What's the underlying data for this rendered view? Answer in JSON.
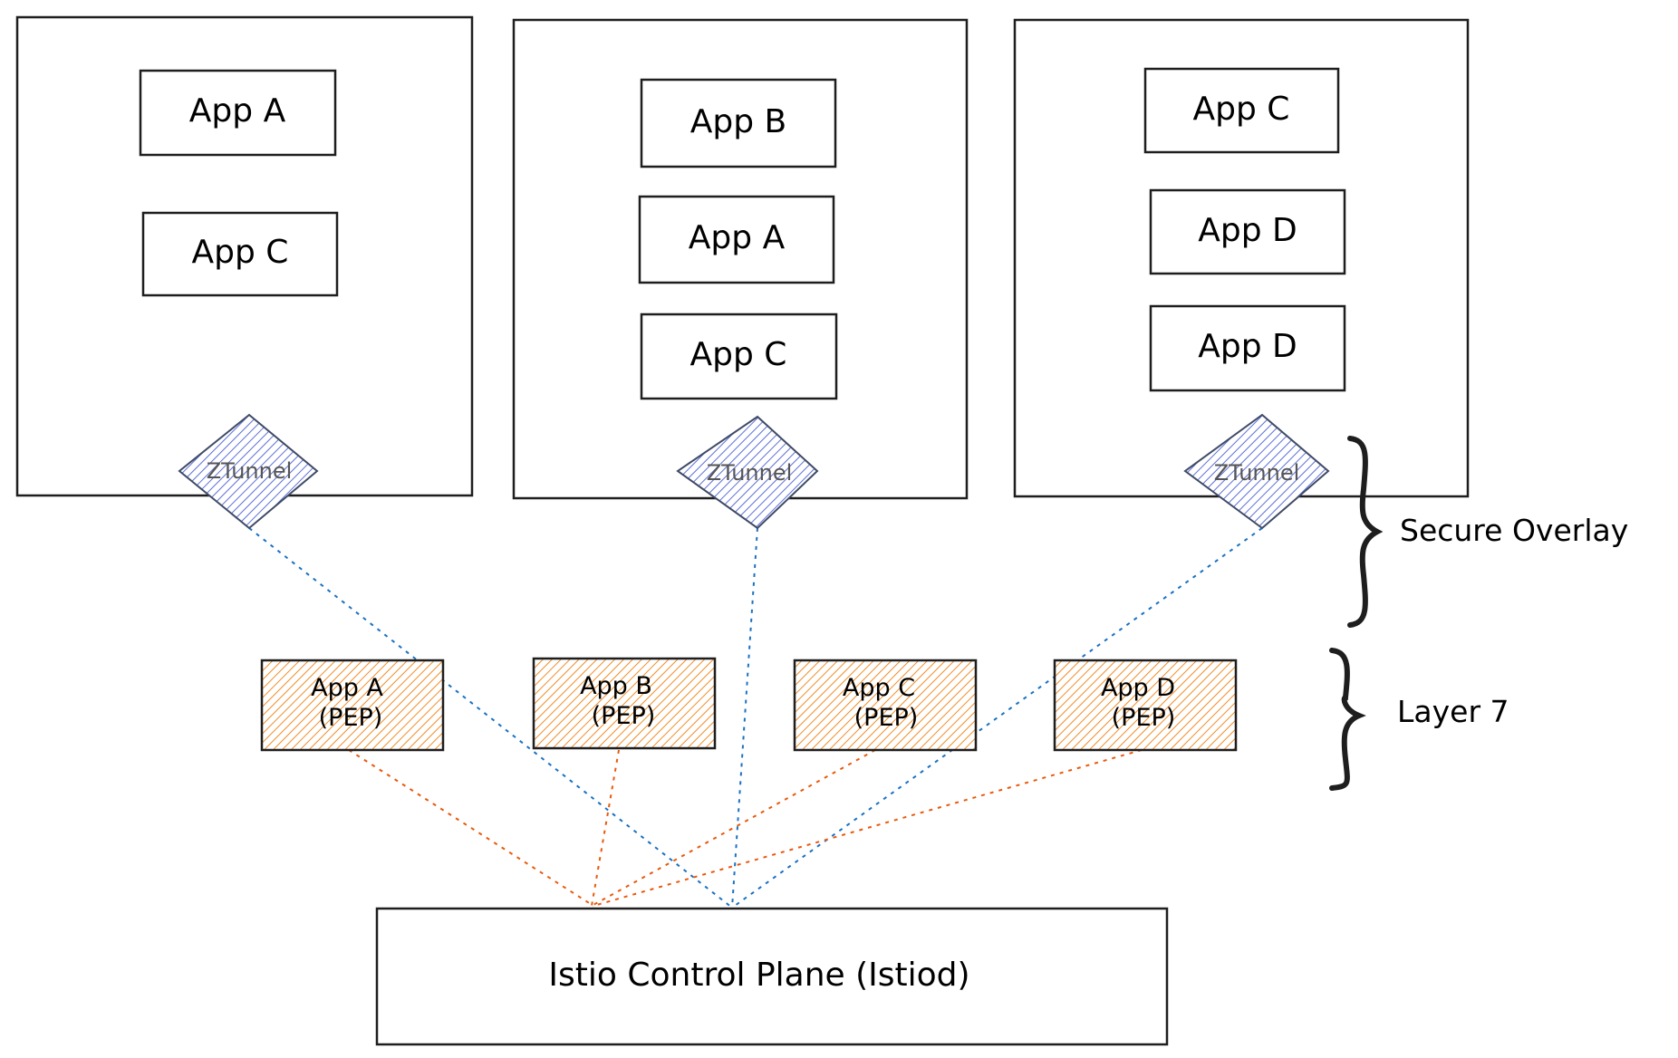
{
  "colors": {
    "ink": "#1e1e1e",
    "ztunnel_fill": "#5b6fd6",
    "ztunnel_stroke": "#3f4a66",
    "pep_fill": "#f08c25",
    "blue_line": "#1971c2",
    "orange_line": "#e8590c"
  },
  "nodes": [
    {
      "apps": [
        "App A",
        "App C"
      ],
      "ztunnel": "ZTunnel"
    },
    {
      "apps": [
        "App B",
        "App A",
        "App C"
      ],
      "ztunnel": "ZTunnel"
    },
    {
      "apps": [
        "App C",
        "App D",
        "App D"
      ],
      "ztunnel": "ZTunnel"
    }
  ],
  "peps": [
    {
      "line1": "App A",
      "line2": "(PEP)"
    },
    {
      "line1": "App B",
      "line2": "(PEP)"
    },
    {
      "line1": "App C",
      "line2": "(PEP)"
    },
    {
      "line1": "App D",
      "line2": "(PEP)"
    }
  ],
  "labels": {
    "secure_overlay": "Secure Overlay",
    "layer7": "Layer 7"
  },
  "control_plane": {
    "label": "Istio Control Plane (Istiod)"
  }
}
